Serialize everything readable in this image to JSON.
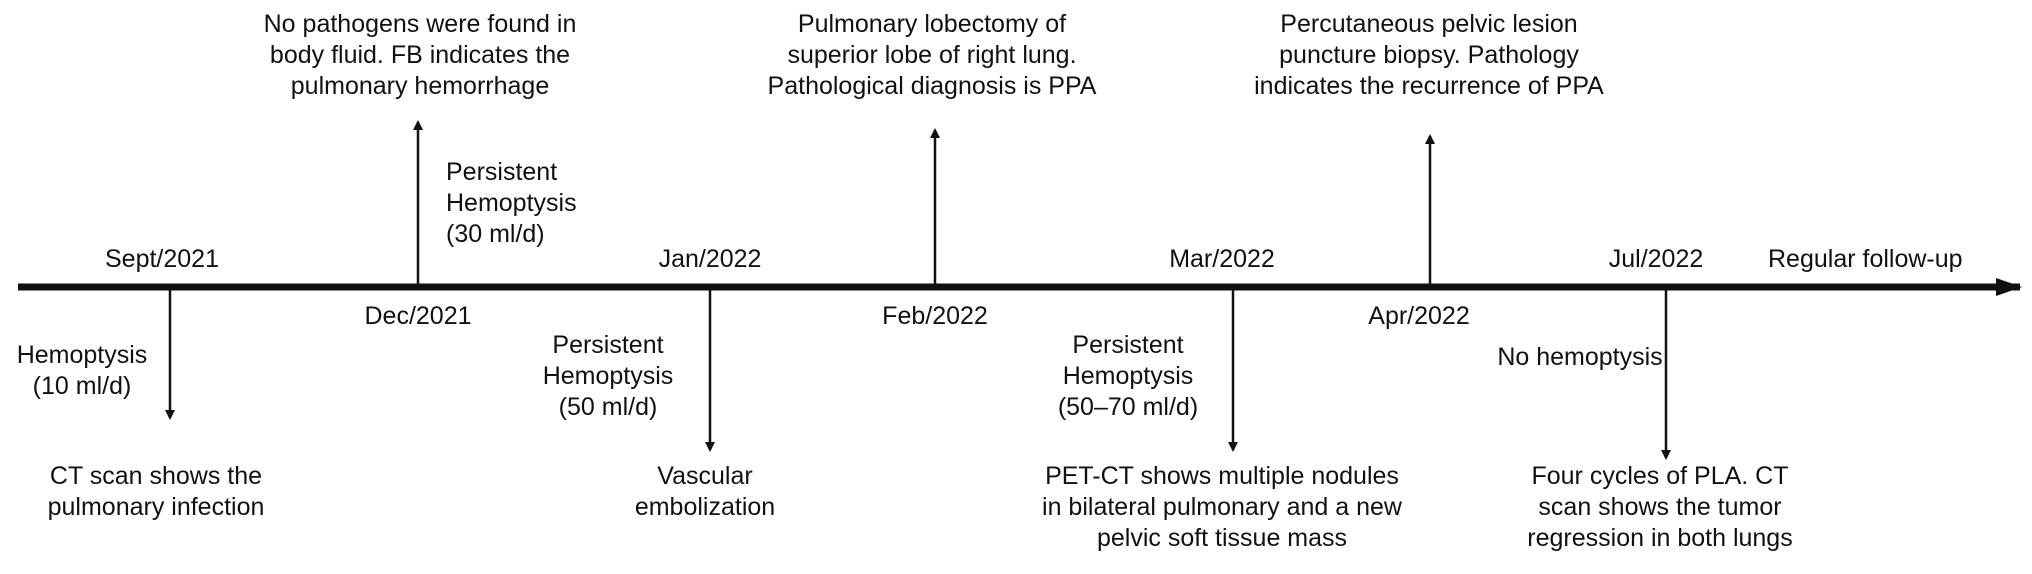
{
  "colors": {
    "ink": "#111111",
    "background": "#ffffff"
  },
  "axis_end_label": "Regular follow-up",
  "events": [
    {
      "date": "Sept/2021",
      "side_text": [
        "Hemoptysis",
        "(10 ml/d)"
      ],
      "outcome_text": [
        "CT scan shows the",
        "pulmonary infection"
      ]
    },
    {
      "date": "Dec/2021",
      "side_text": [
        "Persistent",
        "Hemoptysis",
        "(30 ml/d)"
      ],
      "outcome_text": [
        "No pathogens were found in",
        "body fluid. FB indicates the",
        "pulmonary hemorrhage"
      ]
    },
    {
      "date": "Jan/2022",
      "side_text": [
        "Persistent",
        "Hemoptysis",
        "(50 ml/d)"
      ],
      "outcome_text": [
        "Vascular",
        "embolization"
      ]
    },
    {
      "date": "Feb/2022",
      "outcome_text": [
        "Pulmonary lobectomy of",
        "superior lobe of right lung.",
        "Pathological diagnosis is PPA"
      ]
    },
    {
      "date": "Mar/2022",
      "side_text": [
        "Persistent",
        "Hemoptysis",
        "(50–70 ml/d)"
      ],
      "outcome_text": [
        "PET-CT shows multiple nodules",
        "in bilateral pulmonary and a new",
        "pelvic soft tissue mass"
      ]
    },
    {
      "date": "Apr/2022",
      "outcome_text": [
        "Percutaneous pelvic lesion",
        "puncture biopsy. Pathology",
        "indicates the recurrence of PPA"
      ]
    },
    {
      "date": "Jul/2022",
      "side_text": [
        "No hemoptysis"
      ],
      "outcome_text": [
        "Four cycles of PLA. CT",
        "scan shows the tumor",
        "regression in both lungs"
      ]
    }
  ]
}
